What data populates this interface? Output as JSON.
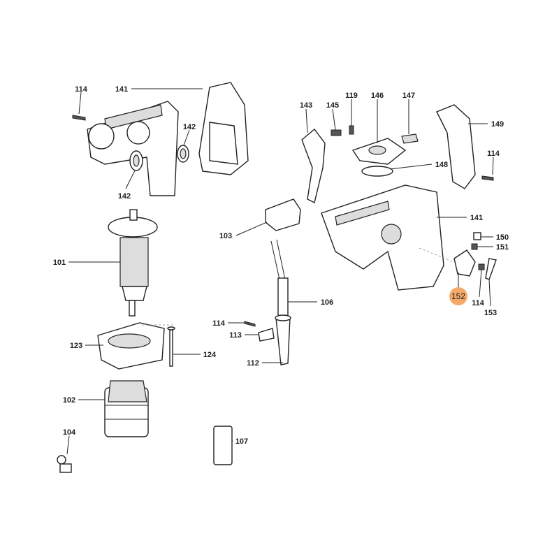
{
  "diagram": {
    "labels": [
      "114",
      "141",
      "142",
      "142",
      "143",
      "145",
      "119",
      "146",
      "147",
      "149",
      "148",
      "114",
      "103",
      "141",
      "150",
      "151",
      "152",
      "114",
      "153",
      "101",
      "106",
      "123",
      "114",
      "113",
      "124",
      "112",
      "102",
      "104",
      "107"
    ],
    "highlighted_label": "152",
    "highlight_color": "#f5a96b"
  }
}
